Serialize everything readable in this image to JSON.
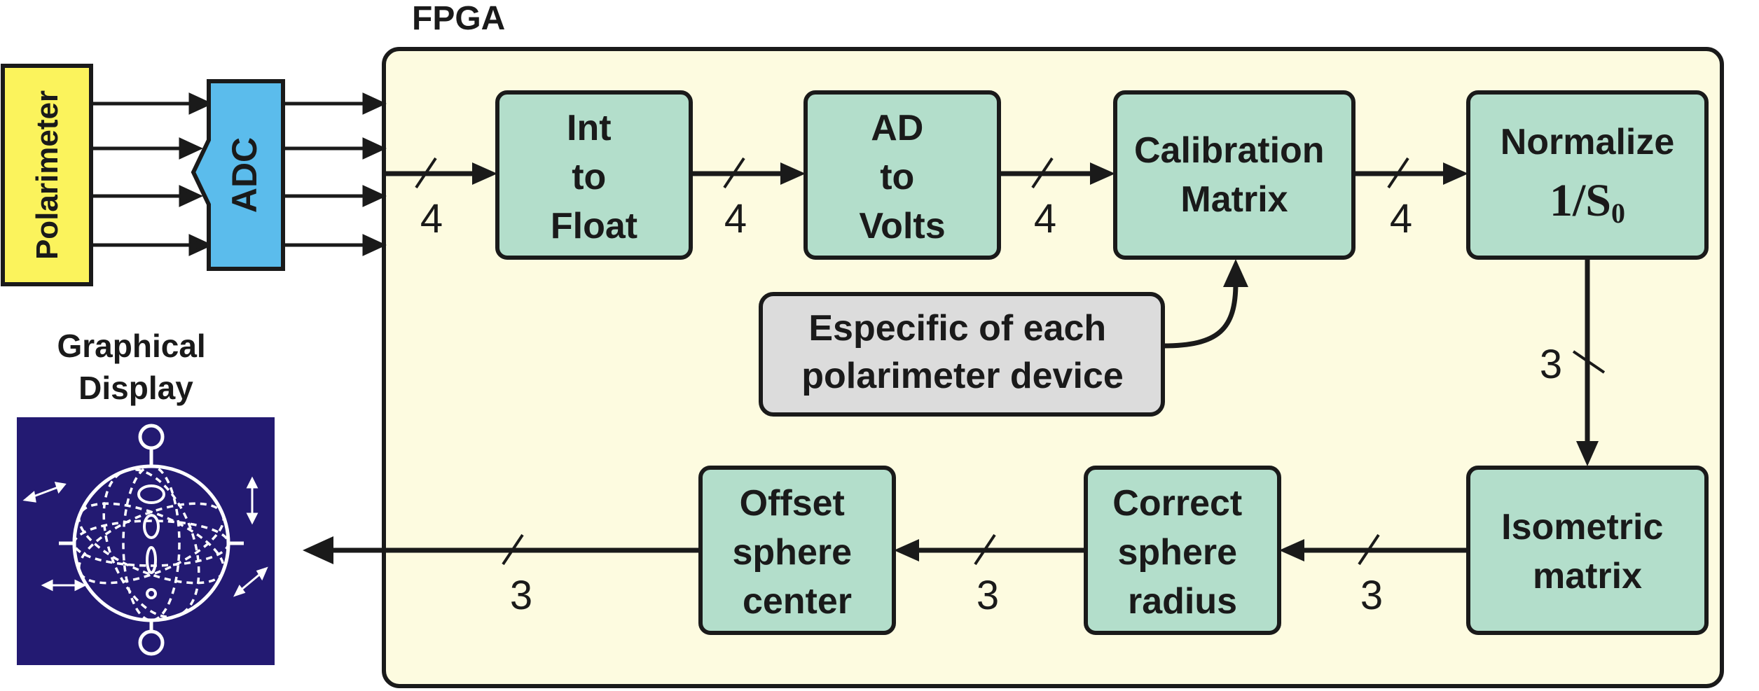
{
  "fpga_label": "FPGA",
  "polarimeter_label": "Polarimeter",
  "adc_label": "ADC",
  "display": {
    "title_line1": "Graphical",
    "title_line2": "Display"
  },
  "blocks": {
    "int_to_float": [
      "Int",
      "to",
      "Float"
    ],
    "ad_to_volts": [
      "AD",
      "to",
      "Volts"
    ],
    "calibration_matrix": [
      "Calibration",
      "Matrix"
    ],
    "normalize": {
      "line1": "Normalize",
      "formula_prefix": "1/S",
      "formula_sub": "0"
    },
    "isometric_matrix": [
      "Isometric",
      "matrix"
    ],
    "correct_sphere_radius": [
      "Correct",
      "sphere",
      "radius"
    ],
    "offset_sphere_center": [
      "Offset",
      "sphere",
      "center"
    ],
    "especific": [
      "Especific of each",
      "polarimeter device"
    ]
  },
  "bus_widths": {
    "input_bus": "4",
    "int_to_ad": "4",
    "ad_to_cal": "4",
    "cal_to_norm": "4",
    "norm_to_iso": "3",
    "iso_to_correct": "3",
    "correct_to_offset": "3",
    "offset_to_display": "3"
  },
  "colors": {
    "fpga_fill": "#fdfbe0",
    "block_fill": "#b3decb",
    "polarimeter_fill": "#fbf35c",
    "adc_fill": "#5bbcec",
    "especific_fill": "#dcdcdc",
    "display_bg": "#231a72"
  }
}
